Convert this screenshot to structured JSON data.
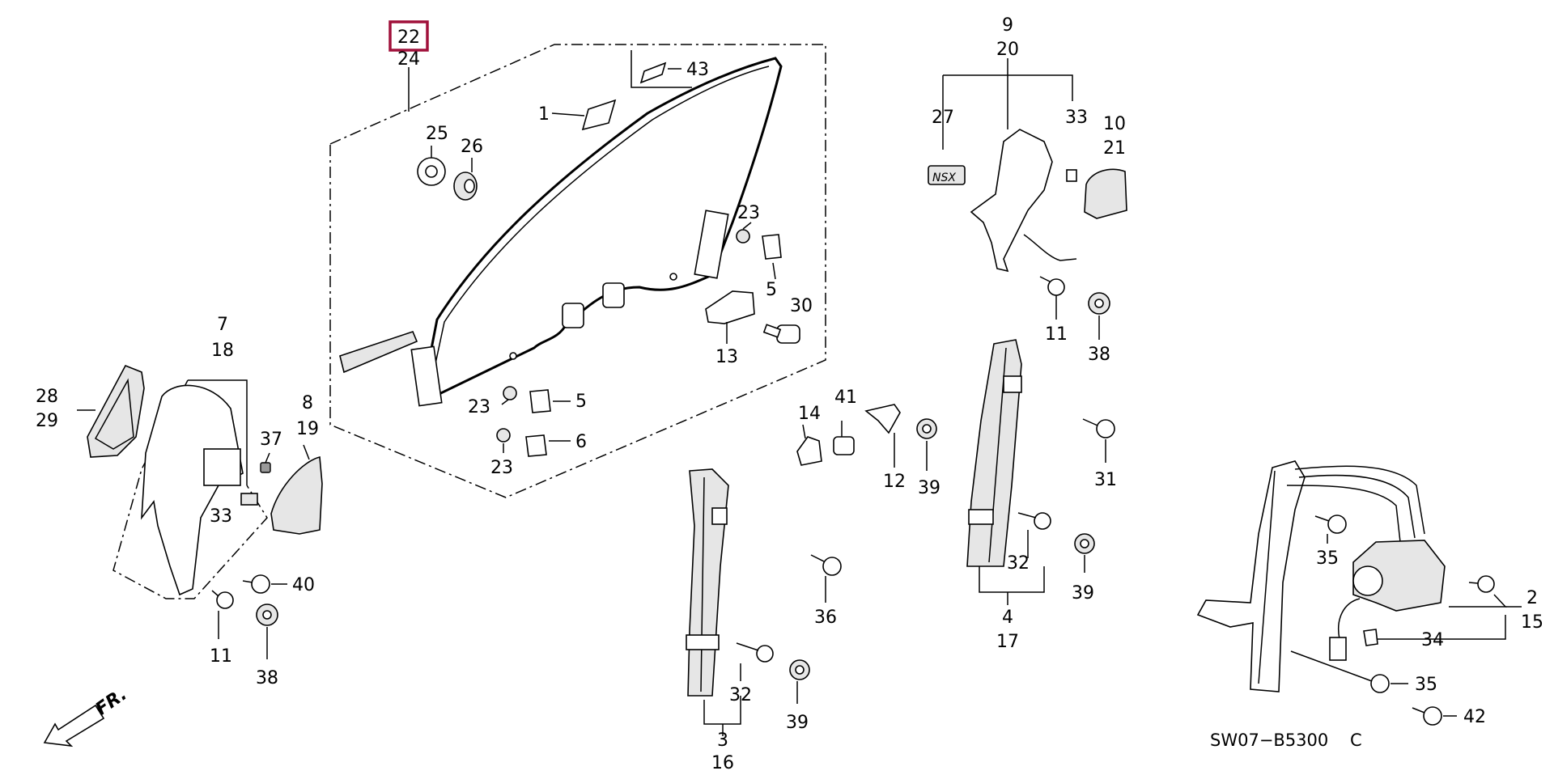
{
  "diagram_code": "SW07−B5300",
  "diagram_code_suffix": "C",
  "highlight_color": "#a0103a",
  "highlighted_label": "22",
  "front_arrow_text": "FR.",
  "emblem_text": "NSX",
  "labels": {
    "l22": "22",
    "l24": "24",
    "l43": "43",
    "l1": "1",
    "l25": "25",
    "l26": "26",
    "l23a": "23",
    "l5a": "5",
    "l30": "30",
    "l13": "13",
    "l23b": "23",
    "l5b": "5",
    "l23c": "23",
    "l6": "6",
    "l7": "7",
    "l18": "18",
    "l28": "28",
    "l29": "29",
    "l37": "37",
    "l8": "8",
    "l19": "19",
    "l33a": "33",
    "l40": "40",
    "l11a": "11",
    "l38a": "38",
    "l9": "9",
    "l20": "20",
    "l27": "27",
    "l33b": "33",
    "l10": "10",
    "l21": "21",
    "l11b": "11",
    "l38b": "38",
    "l14": "14",
    "l41": "41",
    "l12": "12",
    "l39a": "39",
    "l31": "31",
    "l32a": "32",
    "l39b": "39",
    "l4": "4",
    "l17": "17",
    "l36": "36",
    "l32b": "32",
    "l39c": "39",
    "l3": "3",
    "l16": "16",
    "l35a": "35",
    "l2": "2",
    "l15": "15",
    "l34": "34",
    "l35b": "35",
    "l42": "42"
  }
}
